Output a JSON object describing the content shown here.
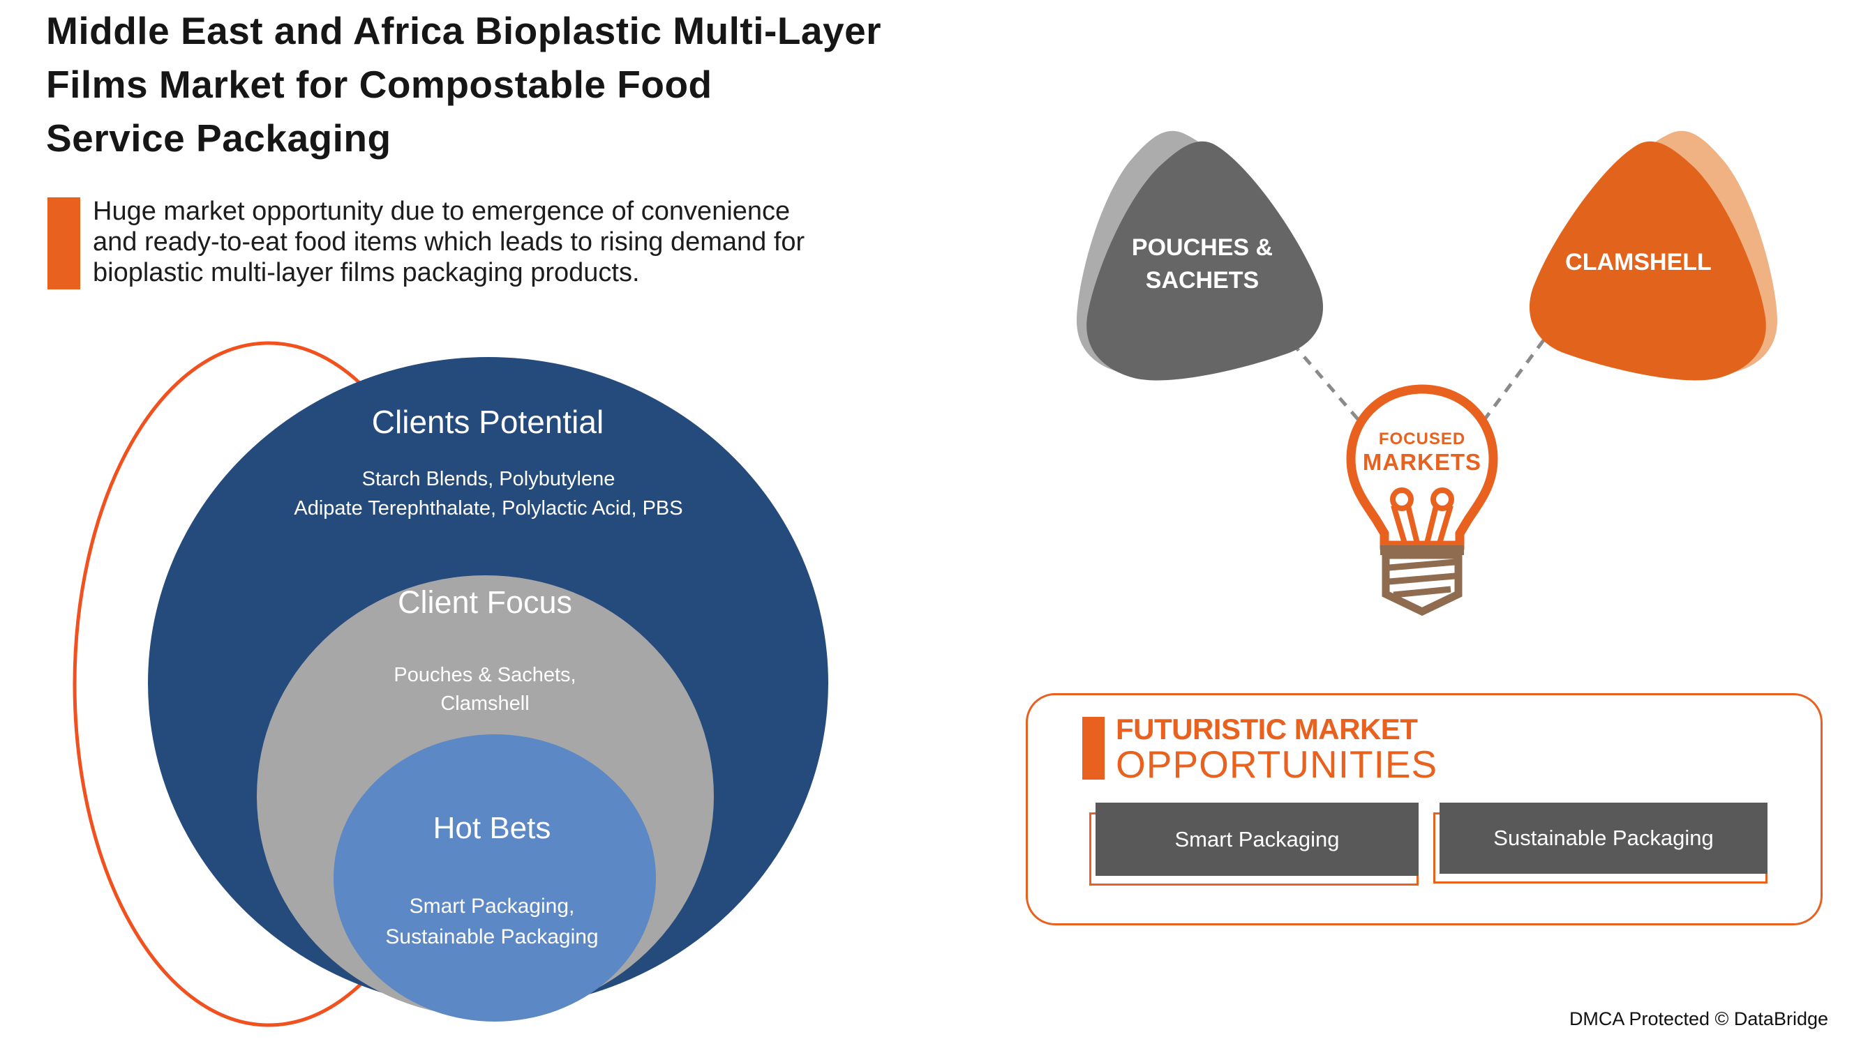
{
  "header": {
    "title_lines": [
      "Middle East and Africa Bioplastic Multi-Layer",
      "Films Market for Compostable Food",
      "Service Packaging"
    ],
    "subtitle_lines": [
      "Huge market opportunity due to emergence of convenience",
      "and ready-to-eat food items which leads to rising demand for",
      "bioplastic multi-layer films packaging products."
    ]
  },
  "venn": {
    "outer": {
      "title": "Clients Potential",
      "lines": [
        "Starch Blends, Polybutylene",
        "Adipate Terephthalate, Polylactic Acid, PBS"
      ],
      "color": "#254B7D"
    },
    "middle": {
      "title": "Client Focus",
      "lines": [
        "Pouches & Sachets,",
        "Clamshell"
      ],
      "color": "#A7A7A7"
    },
    "inner": {
      "title": "Hot Bets",
      "lines": [
        "Smart Packaging,",
        "Sustainable Packaging"
      ],
      "color": "#5C88C5"
    }
  },
  "focused_markets": {
    "left_blob": {
      "lines": [
        "POUCHES &",
        "SACHETS"
      ],
      "color": "#666666",
      "echo_color": "#ACACAC"
    },
    "right_blob": {
      "label": "CLAMSHELL",
      "color": "#E2641C",
      "echo_color": "#F0B183"
    },
    "bulb": {
      "label_top": "FOCUSED",
      "label_bottom": "MARKETS",
      "outline_color": "#E8611F",
      "base_color": "#8F6B50"
    }
  },
  "opportunities": {
    "heading_top": "FUTURISTIC MARKET",
    "heading_bottom": "OPPORTUNITIES",
    "items": [
      "Smart Packaging",
      "Sustainable Packaging"
    ],
    "accent_color": "#E8611F",
    "button_color": "#595959"
  },
  "footer": {
    "dmca": "DMCA Protected © DataBridge"
  },
  "colors": {
    "accent_orange": "#E8611F",
    "ring_orange": "#F1511E",
    "dash_gray": "#8A8A8A",
    "text_dark": "#161616"
  }
}
